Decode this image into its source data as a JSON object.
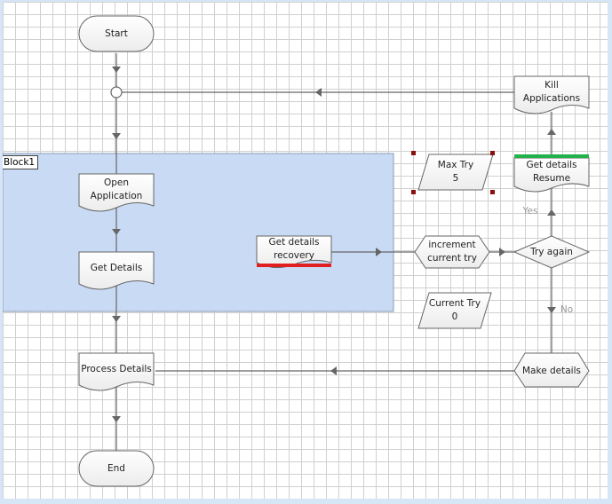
{
  "block": {
    "label": "Block1"
  },
  "nodes": {
    "start": "Start",
    "kill_apps": [
      "Kill",
      "Applications"
    ],
    "open_app": [
      "Open",
      "Application"
    ],
    "get_details": "Get Details",
    "get_details_recovery": [
      "Get details",
      "recovery"
    ],
    "max_try": [
      "Max Try",
      "5"
    ],
    "get_details_resume": [
      "Get details",
      "Resume"
    ],
    "increment_try": [
      "increment",
      "current try"
    ],
    "try_again": "Try again",
    "current_try": [
      "Current Try",
      "0"
    ],
    "process_details": "Process Details",
    "make_details": "Make details",
    "end": "End"
  },
  "edges": {
    "yes": "Yes",
    "no": "No"
  },
  "colors": {
    "block_fill": "#c9daf4",
    "red_stage": "#e02020",
    "green_stage": "#22b24c",
    "selection_handle": "#8b1010",
    "connector": "#666666"
  }
}
